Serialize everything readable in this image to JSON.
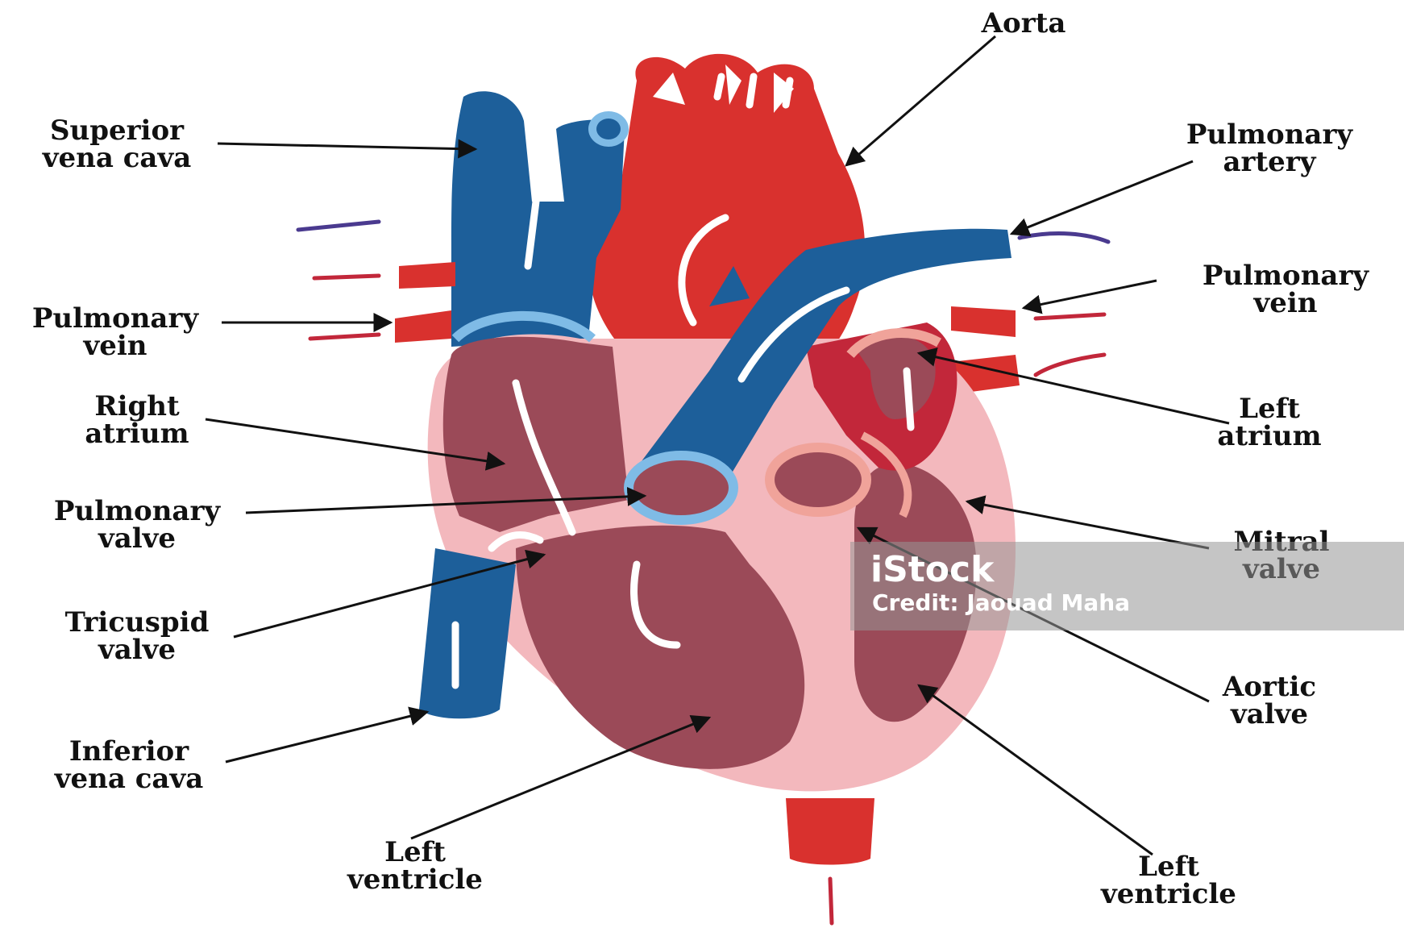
{
  "labels": {
    "aorta": [
      "Aorta"
    ],
    "superior_vena_cava": [
      "Superior",
      "vena cava"
    ],
    "pulmonary_artery": [
      "Pulmonary",
      "artery"
    ],
    "pulmonary_vein_left": [
      "Pulmonary",
      "vein"
    ],
    "pulmonary_vein_right": [
      "Pulmonary",
      "vein"
    ],
    "right_atrium": [
      "Right",
      "atrium"
    ],
    "left_atrium": [
      "Left",
      "atrium"
    ],
    "pulmonary_valve": [
      "Pulmonary",
      "valve"
    ],
    "mitral_valve": [
      "Mitral",
      "valve"
    ],
    "tricuspid_valve": [
      "Tricuspid",
      "valve"
    ],
    "aortic_valve": [
      "Aortic",
      "valve"
    ],
    "inferior_vena_cava": [
      "Inferior",
      "vena cava"
    ],
    "left_ventricle_bottom": [
      "Left",
      "ventricle"
    ],
    "left_ventricle_right": [
      "Left",
      "ventricle"
    ]
  },
  "watermark": {
    "logo": "iStock",
    "credit": "Credit: Jaouad Maha"
  },
  "colors": {
    "oxygenated": "#d9312e",
    "deoxygenated": "#1d5f9a",
    "muscle": "#9b4a58",
    "pericardium": "#f3b8bd",
    "valve_blue": "#7fbbe6",
    "valve_pink": "#f0a39a"
  }
}
